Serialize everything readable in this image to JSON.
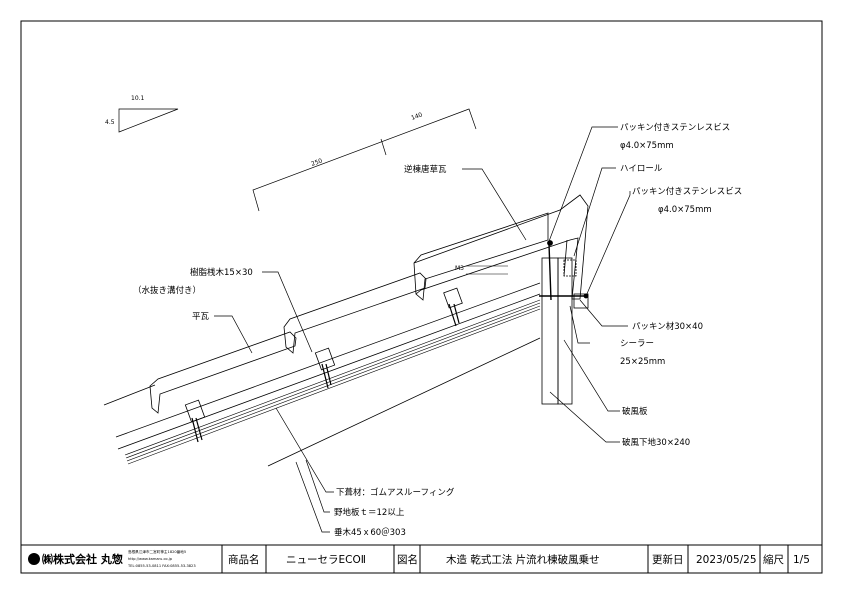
{
  "drawing": {
    "labels": {
      "screw_top": "パッキン付きステンレスビス",
      "screw_top_size": "φ4.0×75mm",
      "high_roll": "ハイロール",
      "screw_mid": "パッキン付きステンレスビス",
      "screw_mid_size": "φ4.0×75mm",
      "ridge_tile": "逆棟唐草瓦",
      "batten": "樹脂桟木15×30",
      "batten_note": "（水抜き溝付き）",
      "flat_tile": "平瓦",
      "packing": "パッキン材30×40",
      "sealer": "シーラー",
      "sealer_size": "25×25mm",
      "barge_board": "破風板",
      "barge_base": "破風下地30×240",
      "underlay": "下葺材：ゴムアスルーフィング",
      "sheathing": "野地板ｔ＝12以上",
      "rafter": "垂木45ｘ60＠303"
    },
    "dimensions": {
      "slope_run": "10.1",
      "slope_rise": "4.5",
      "dim_long": "250",
      "dim_short": "140",
      "dim_small": "M3"
    }
  },
  "title_block": {
    "company": "㈱株式会社 丸惣",
    "address_line1": "島根県江津市二宮町神主1820番地5",
    "address_line2": "http://www.kamaru.co.jp",
    "address_line3": "TEL:0855-53-0811 FAX:0855-53-3823",
    "product_label": "商品名",
    "product_name": "ニューセラECOⅡ",
    "drawing_label": "図名",
    "drawing_name": "木造 乾式工法 片流れ棟破風乗せ",
    "updated_label": "更新日",
    "updated_date": "2023/05/25",
    "scale_label": "縮尺",
    "scale_value": "1/5"
  }
}
